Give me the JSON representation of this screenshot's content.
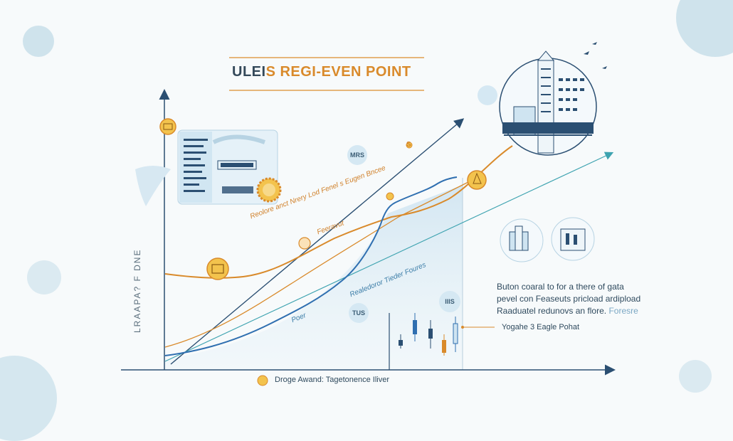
{
  "title": {
    "part1": "ULEI",
    "part2": "S REGI-EVEN POINT",
    "accent_letter": "S"
  },
  "vertical_axis_label": "LRAAPA? F DNE",
  "annotations": {
    "orange_curve_text": "Reolore anct Nrery Lod Fenel s Eugen Bncee",
    "orange_curve_text2": "Feeravut",
    "blue_line_text": "Realedoror Tieder Foures",
    "blue_line_small": "Poer",
    "orange_tag": "S",
    "upper_tag": "MRS",
    "bottom_badge": "TUS",
    "right_badge": "IIIS"
  },
  "note": {
    "line1": "Buton coaral to for a there of gata",
    "line2": "pevel con Feaseuts pricload ardipload",
    "line3_main": "Raaduatel redunovs an flore.",
    "line3_fade": "Foresre"
  },
  "right_label": "Yogahe 3 Eagle Pohat",
  "bottom_label": "Droge Awand: Tagetonence Iliver",
  "colors": {
    "orange": "#d98a2b",
    "blue": "#2f6fb0",
    "teal": "#3ea3b0",
    "navy": "#2b4f72",
    "light_blue": "#cfe4f1"
  }
}
